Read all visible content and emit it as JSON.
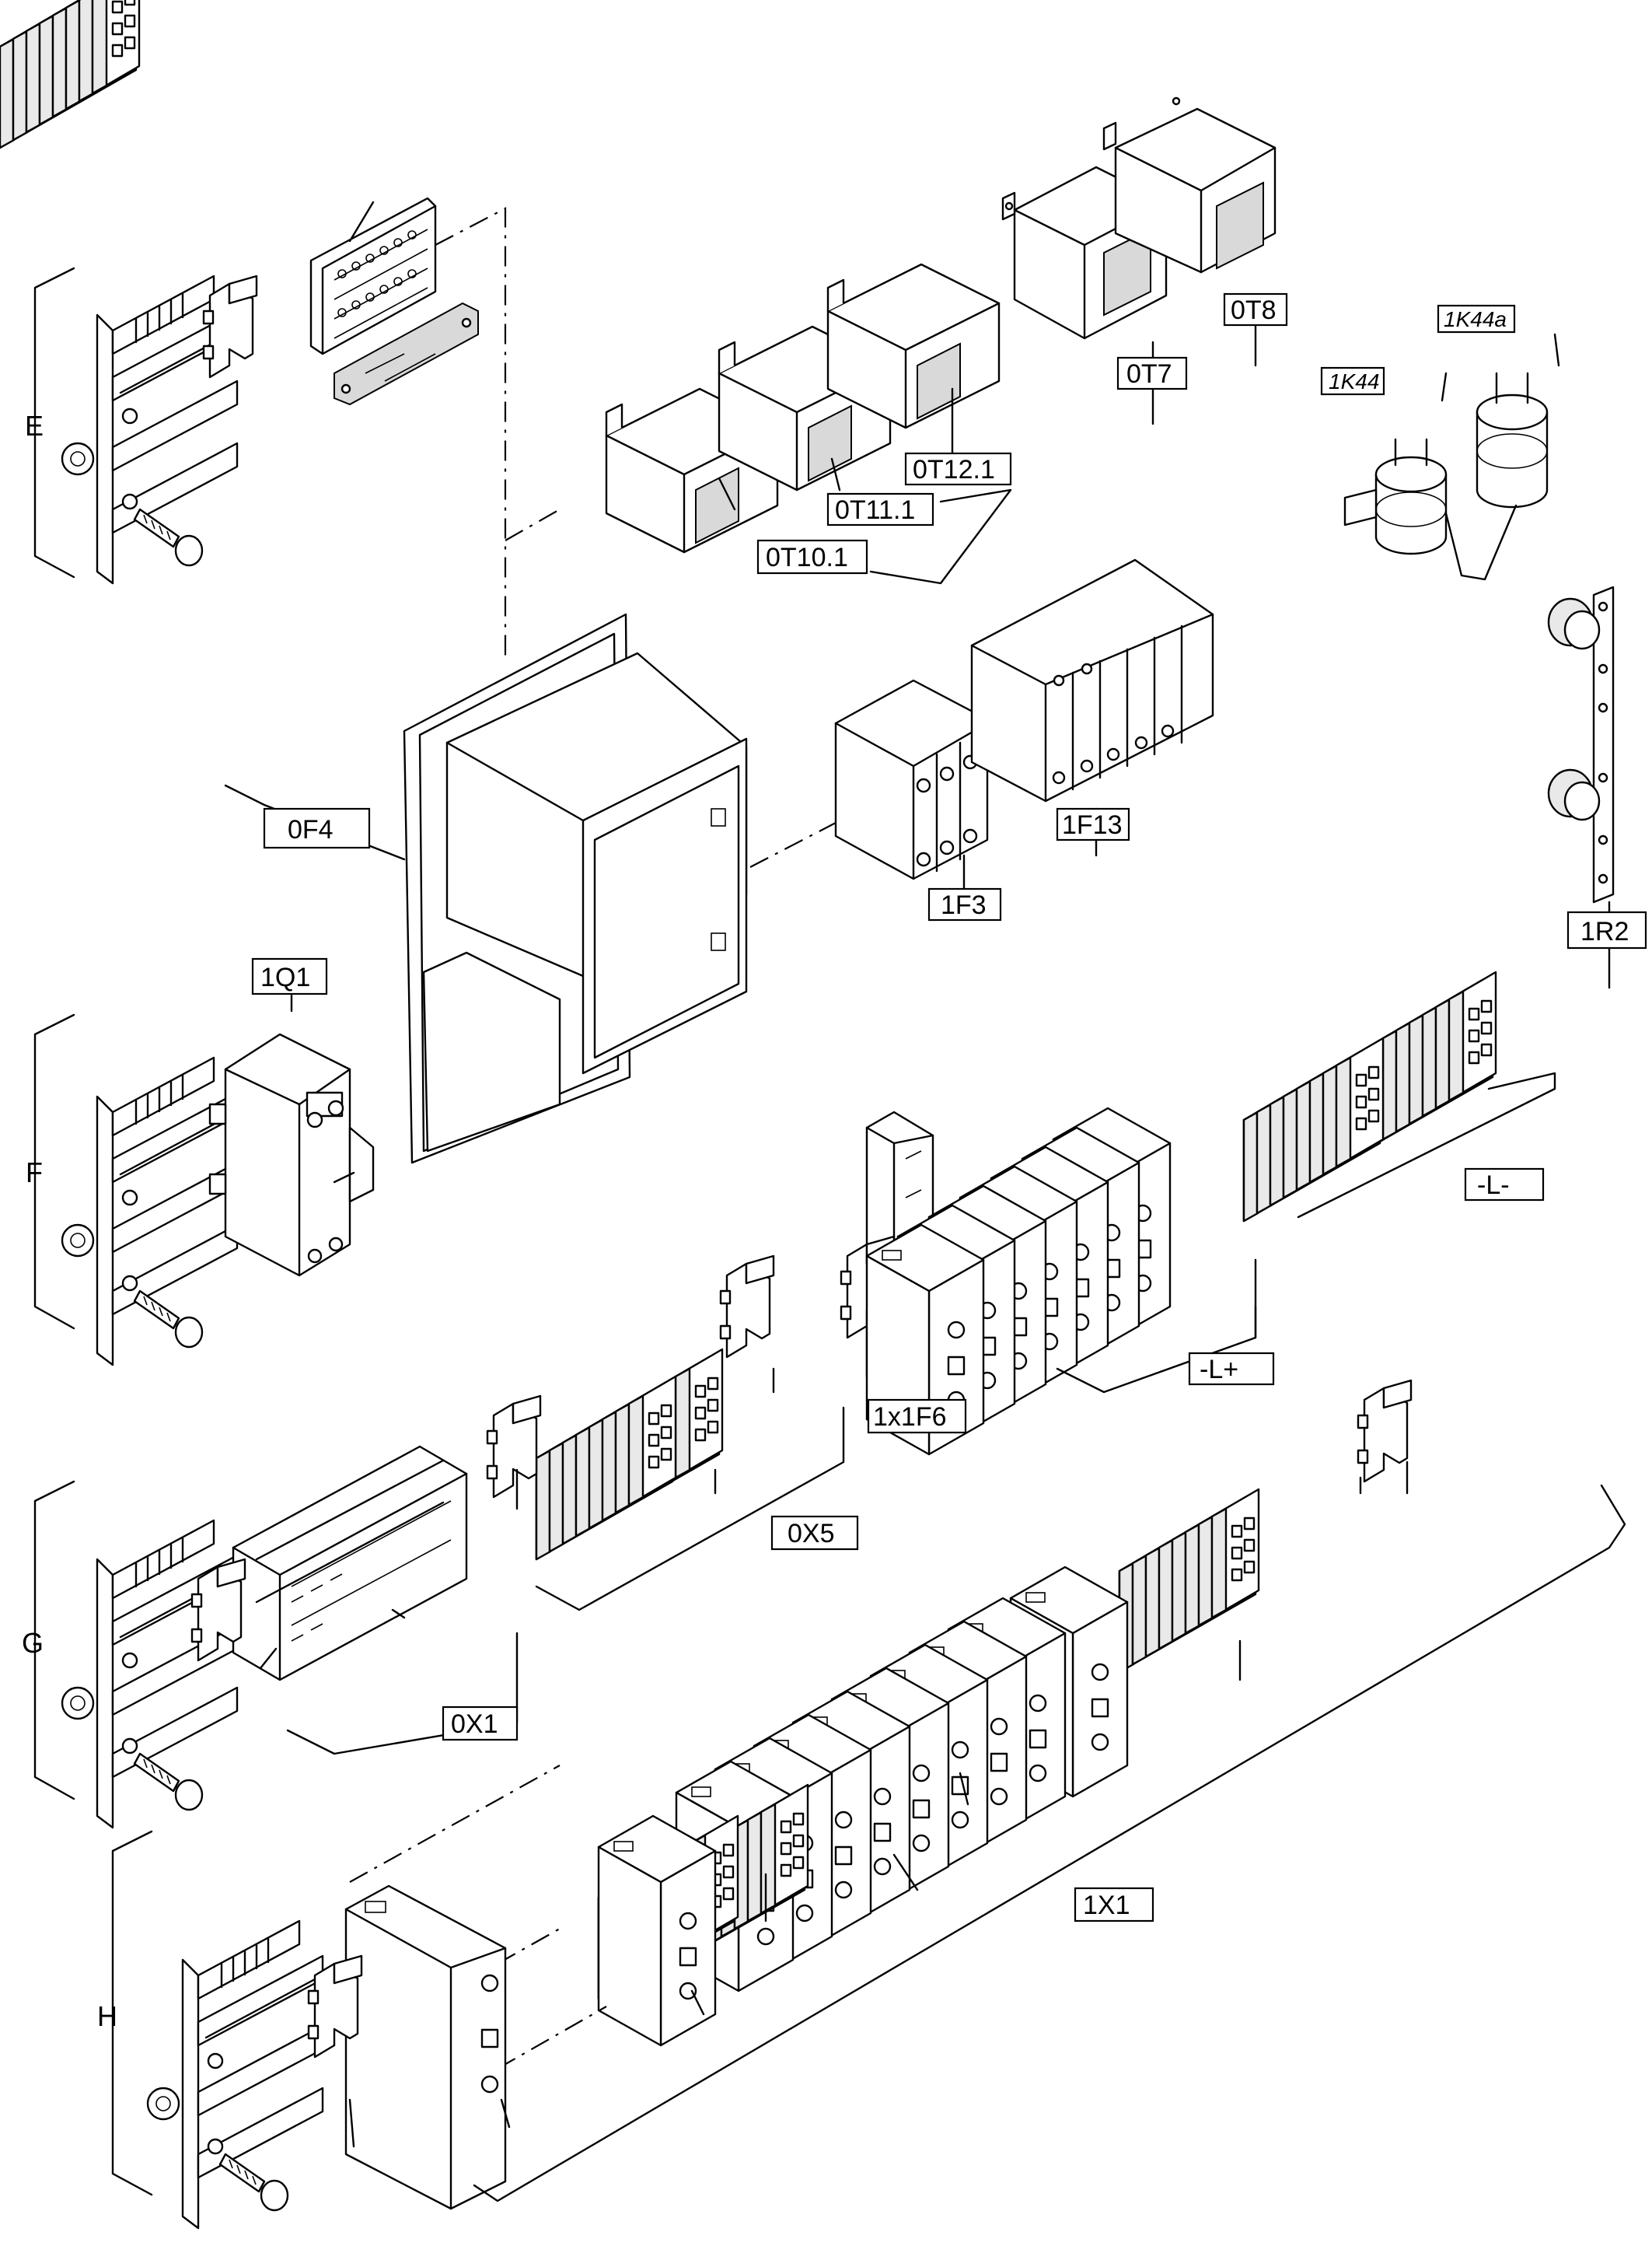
{
  "groups": {
    "E": "E",
    "F": "F",
    "G": "G",
    "H": "H"
  },
  "labels": {
    "0T8": "0T8",
    "0T7": "0T7",
    "0T12_1": "0T12.1",
    "0T11_1": "0T11.1",
    "0T10_1": "0T10.1",
    "1K44": "1K44",
    "1K44a": "1K44a",
    "0F4": "0F4",
    "1F13": "1F13",
    "1F3": "1F3",
    "1R2": "1R2",
    "1Q1": "1Q1",
    "L_minus": "-L-",
    "L_plus": "-L+",
    "1x1F6": "1x1F6",
    "0X5": "0X5",
    "0X1": "0X1",
    "1X1": "1X1"
  }
}
